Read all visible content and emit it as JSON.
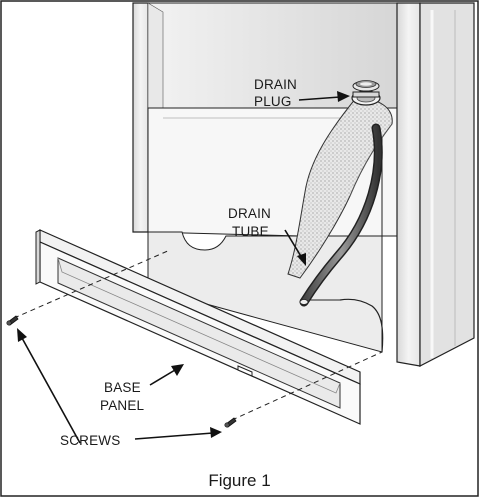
{
  "labels": {
    "drain_plug": [
      "DRAIN",
      "PLUG"
    ],
    "drain_tube": [
      "DRAIN",
      "TUBE"
    ],
    "base_panel": [
      "BASE",
      "PANEL"
    ],
    "screws": "SCREWS"
  },
  "caption": "Figure 1"
}
